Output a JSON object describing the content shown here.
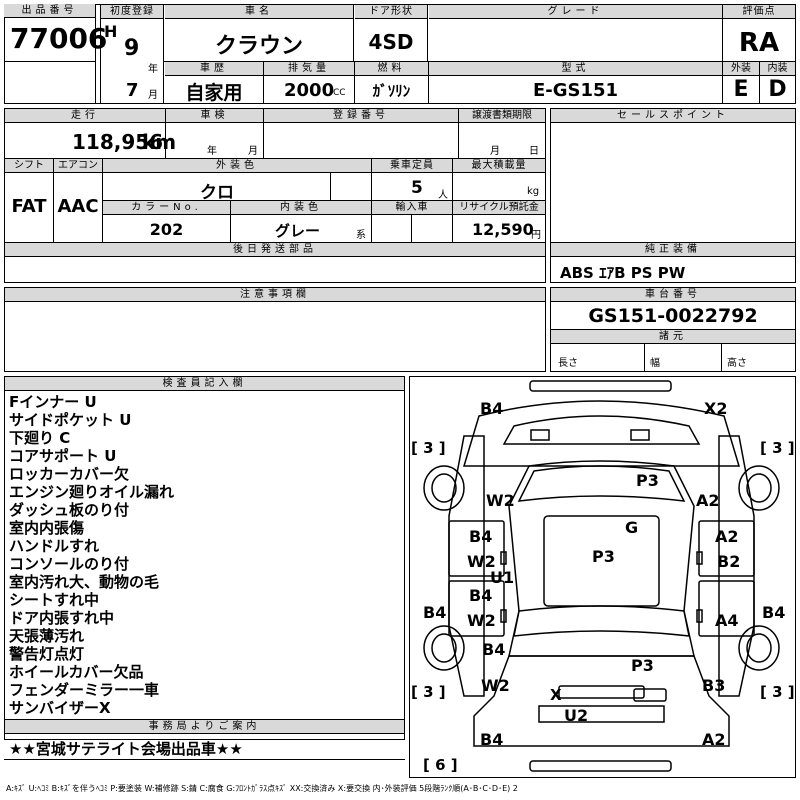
{
  "header": {
    "lot_label": "出品番号",
    "lot_value": "77006",
    "first_reg_label": "初度登録",
    "era": "H",
    "year": "9",
    "year_unit": "年",
    "month": "7",
    "month_unit": "月",
    "car_name_label": "車名",
    "car_name": "クラウン",
    "door_label": "ドア形状",
    "door": "4SD",
    "grade_label": "グレード",
    "grade": "",
    "score_label": "評価点",
    "score": "RA",
    "history_label": "車歴",
    "history": "自家用",
    "displacement_label": "排気量",
    "displacement": "2000",
    "displacement_unit": "CC",
    "fuel_label": "燃料",
    "fuel": "ｶﾞｿﾘﾝ",
    "model_label": "型式",
    "model": "E-GS151",
    "exterior_label": "外装",
    "exterior": "E",
    "interior_label": "内装",
    "interior": "D"
  },
  "row2": {
    "mileage_label": "走行",
    "mileage": "118,956",
    "mileage_unit": "km",
    "inspection_label": "車検",
    "year_unit": "年",
    "month_unit": "月",
    "reg_no_label": "登録番号",
    "transfer_label": "譲渡書類期限",
    "t_month": "月",
    "t_day": "日",
    "shift_label": "シフト",
    "shift": "FAT",
    "ac_label": "エアコン",
    "ac": "AAC",
    "color_label": "外装色",
    "color": "クロ",
    "capacity_label": "乗車定員",
    "capacity": "5",
    "capacity_unit": "人",
    "load_label": "最大積載量",
    "load_unit": "kg",
    "color_no_label": "カラーNo.",
    "color_no": "202",
    "int_color_label": "内装色",
    "int_color": "グレー",
    "int_color_unit": "系",
    "import_label": "輸入車",
    "recycle_label": "リサイクル預託金",
    "recycle": "12,590",
    "recycle_unit": "円",
    "later_parts_label": "後日発送部品"
  },
  "sales": {
    "label": "セールスポイント",
    "equipment_label": "純正装備",
    "equipment": "ABS ｴｱB PS PW"
  },
  "notice_label": "注意事項欄",
  "chassis": {
    "label": "車台番号",
    "value": "GS151-0022792",
    "dims_label": "諸元",
    "length_label": "長さ",
    "width_label": "幅",
    "height_label": "高さ"
  },
  "inspector": {
    "label": "検査員記入欄",
    "lines": [
      "Fインナー U",
      "サイドポケット U",
      "下廻り C",
      "コアサポート U",
      "ロッカーカバー欠",
      "エンジン廻りオイル漏れ",
      "ダッシュ板のり付",
      "室内内張傷",
      "ハンドルすれ",
      "コンソールのり付",
      "室内汚れ大、動物の毛",
      "シートすれ中",
      "ドア内張すれ中",
      "天張薄汚れ",
      "警告灯点灯",
      "ホイールカバー欠品",
      "フェンダーミラー一車",
      "サンバイザーX"
    ]
  },
  "office": {
    "label": "事務局よりご案内",
    "text": "★★宮城サテライト会場出品車★★"
  },
  "damage": {
    "marks": {
      "fl_corner": "B4",
      "fr_corner": "X2",
      "tire_fl": "[ 3 ]",
      "tire_fr": "[ 3 ]",
      "tire_rl": "[ 3 ]",
      "tire_rr": "[ 3 ]",
      "spare": "[ 6 ]",
      "l_fender": "W2",
      "hood": "P3",
      "r_fender": "A2",
      "l_front_door_top": "B4",
      "roof": "G",
      "r_front_door_top": "A2",
      "l_front_door": "W2",
      "roof_center": "P3",
      "r_front_door": "B2",
      "l_rocker": "U1",
      "l_rocker_ext": "B4",
      "r_rocker_ext": "B4",
      "l_rear_door_top": "B4",
      "l_rear_door": "W2",
      "r_rear_door": "A4",
      "l_quarter": "B4",
      "trunk": "P3",
      "l_rear_quarter": "W2",
      "r_rear_quarter": "B3",
      "rear_x": "X",
      "rear_bumper": "U2",
      "rl_corner": "B4",
      "rr_corner": "A2"
    }
  },
  "legend": "A:ｷｽﾞ U:ﾍｺﾐ B:ｷｽﾞを伴うﾍｺﾐ P:要塗装 W:補修跡 S:錆 C:腐食 G:ﾌﾛﾝﾄｶﾞﾗｽ点ｷｽﾞ XX:交換済み X:要交換 内･外装評価 5段階ﾗﾝｸ順(A･B･C･D･E) 2"
}
